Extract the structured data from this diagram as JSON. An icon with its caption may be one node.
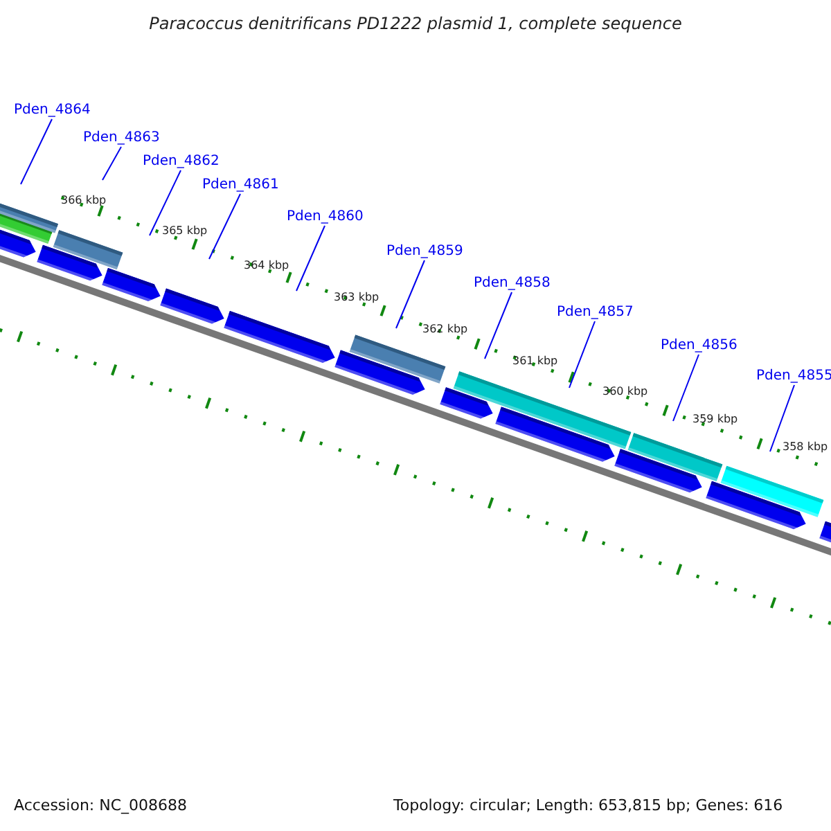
{
  "diagram": {
    "title": "Paracoccus denitrificans PD1222 plasmid 1, complete sequence",
    "nodes": [
      {
        "text": [
          "Pden_4864"
        ]
      },
      {
        "text": [
          "Pden_4863"
        ]
      },
      {
        "text": [
          "Pden_4862"
        ]
      },
      {
        "text": [
          "Pden_4861"
        ]
      },
      {
        "text": [
          "Pden_4860"
        ]
      },
      {
        "text": [
          "Pden_4859"
        ]
      },
      {
        "text": [
          "Pden_4858"
        ]
      },
      {
        "text": [
          "Pden_4857"
        ]
      },
      {
        "text": [
          "Pden_4856"
        ]
      },
      {
        "text": [
          "Pden_4855"
        ]
      }
    ],
    "edges": [
      {
        "from": 0,
        "to": null,
        "arrow": "none"
      },
      {
        "from": 1,
        "to": null,
        "arrow": "none"
      },
      {
        "from": 2,
        "to": null,
        "arrow": "none"
      },
      {
        "from": 3,
        "to": null,
        "arrow": "none"
      },
      {
        "from": 4,
        "to": null,
        "arrow": "none"
      },
      {
        "from": 5,
        "to": null,
        "arrow": "none"
      },
      {
        "from": 6,
        "to": null,
        "arrow": "none"
      },
      {
        "from": 7,
        "to": null,
        "arrow": "none"
      },
      {
        "from": 8,
        "to": null,
        "arrow": "none"
      },
      {
        "from": 9,
        "to": null,
        "arrow": "none"
      }
    ],
    "labels": [
      "366 kbp",
      "365 kbp",
      "364 kbp",
      "363 kbp",
      "362 kbp",
      "361 kbp",
      "360 kbp",
      "359 kbp",
      "358 kbp",
      "Accession: NC_008688",
      "Topology: circular; Length: 653,815 bp; Genes: 616"
    ]
  }
}
